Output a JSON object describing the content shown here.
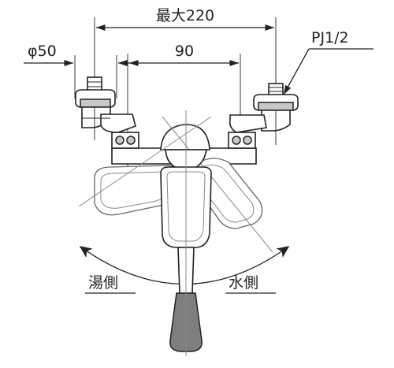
{
  "diagram": {
    "dimensions": {
      "max_width": "最大220",
      "center_distance": "90",
      "diameter": "φ50",
      "connection": "PJ1/2"
    },
    "rotation_labels": {
      "hot_side": "湯側",
      "cold_side": "水側"
    }
  }
}
